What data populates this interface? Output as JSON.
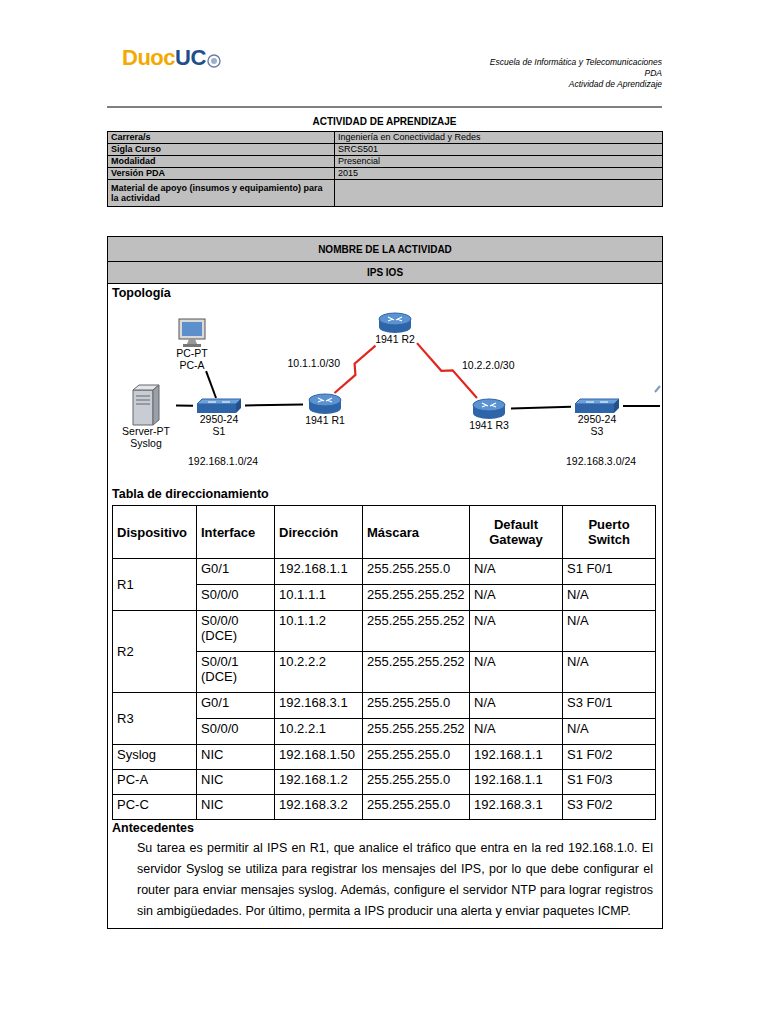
{
  "diagram": {
    "title": "ACTIVIDAD DE APRENDIZAJE",
    "nodes": [
      {
        "text": [
          "PC-PT PC-A"
        ]
      },
      {
        "text": [
          "Server-PT Syslog"
        ]
      },
      {
        "text": [
          "2950-24 S1"
        ]
      },
      {
        "text": [
          "1941 R1"
        ]
      },
      {
        "text": [
          "1941 R2"
        ]
      },
      {
        "text": [
          "1941 R3"
        ]
      },
      {
        "text": [
          "2950-24 S3"
        ]
      }
    ],
    "edges": [
      {
        "from": 0,
        "to": 2,
        "arrow": "none"
      },
      {
        "from": 1,
        "to": 2,
        "arrow": "none"
      },
      {
        "from": 2,
        "to": 3,
        "arrow": "none"
      },
      {
        "from": 3,
        "to": 4,
        "label": "10.1.1.0/30",
        "arrow": "none"
      },
      {
        "from": 4,
        "to": 5,
        "label": "10.2.2.0/30",
        "arrow": "none"
      },
      {
        "from": 5,
        "to": 6,
        "arrow": "none"
      }
    ],
    "labels": [
      "Duoc",
      "UC",
      "Escuela de Informática y Telecomunicaciones",
      "PDA",
      "Actividad de Aprendizaje",
      "Carrera/s",
      "Ingeniería en Conectividad y Redes",
      "Sigla Curso",
      "SRCS501",
      "Modalidad",
      "Presencial",
      "Versión PDA",
      "2015",
      "Material de apoyo (insumos y equipamiento) para la actividad",
      "NOMBRE DE LA ACTIVIDAD",
      "IPS IOS",
      "Topología",
      "192.168.1.0/24",
      "192.168.3.0/24",
      "Tabla de direccionamiento",
      "Dispositivo",
      "Interface",
      "Dirección",
      "Máscara",
      "Default Gateway",
      "Puerto Switch",
      "R1",
      "G0/1",
      "192.168.1.1",
      "255.255.255.0",
      "N/A",
      "S1 F0/1",
      "S0/0/0",
      "10.1.1.1",
      "255.255.255.252",
      "N/A",
      "N/A",
      "R2",
      "S0/0/0 (DCE)",
      "10.1.1.2",
      "255.255.255.252",
      "N/A",
      "N/A",
      "S0/0/1 (DCE)",
      "10.2.2.2",
      "255.255.255.252",
      "N/A",
      "N/A",
      "R3",
      "G0/1",
      "192.168.3.1",
      "255.255.255.0",
      "N/A",
      "S3 F0/1",
      "S0/0/0",
      "10.2.2.1",
      "255.255.255.252",
      "N/A",
      "N/A",
      "Syslog",
      "NIC",
      "192.168.1.50",
      "255.255.255.0",
      "192.168.1.1",
      "S1 F0/2",
      "PC-A",
      "NIC",
      "192.168.1.2",
      "255.255.255.0",
      "192.168.1.1",
      "S1 F0/3",
      "PC-C",
      "NIC",
      "192.168.3.2",
      "255.255.255.0",
      "192.168.3.1",
      "S3 F0/2",
      "Antecedentes",
      "Su tarea es permitir al IPS en R1, que analice el tráfico que entra en la red 192.168.1.0. El servidor Syslog se utiliza para registrar los mensajes del IPS, por lo que debe configurar el router para enviar mensajes syslog. Además, configure el servidor NTP para lograr registros sin ambigüedades. Por último, permita a IPS producir una alerta y enviar paquetes ICMP."
    ]
  }
}
